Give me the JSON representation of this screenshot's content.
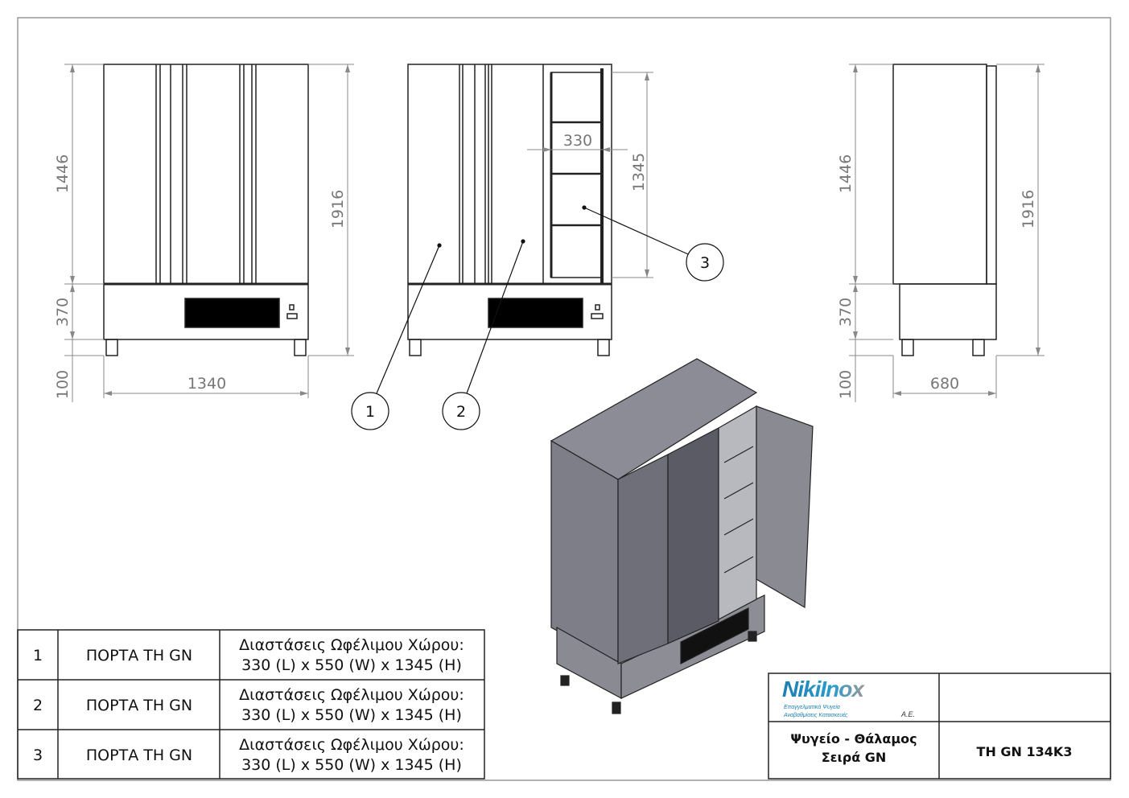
{
  "dimensions": {
    "front_upper": "1446",
    "front_base": "370",
    "front_legs": "100",
    "front_total": "1916",
    "front_width": "1340",
    "inner_width": "330",
    "inner_height": "1345",
    "side_upper": "1446",
    "side_base": "370",
    "side_legs": "100",
    "side_total": "1916",
    "side_depth": "680"
  },
  "balloons": [
    "1",
    "2",
    "3"
  ],
  "parts_table": [
    {
      "no": "1",
      "name": "ΠΟΡΤΑ TH GN",
      "desc1": "Διαστάσεις Ωφέλιμου Χώρου:",
      "desc2": "330 (L) x 550 (W) x 1345 (H)"
    },
    {
      "no": "2",
      "name": "ΠΟΡΤΑ TH GN",
      "desc1": "Διαστάσεις Ωφέλιμου Χώρου:",
      "desc2": "330 (L) x 550 (W) x 1345 (H)"
    },
    {
      "no": "3",
      "name": "ΠΟΡΤΑ TH GN",
      "desc1": "Διαστάσεις Ωφέλιμου Χώρου:",
      "desc2": "330 (L) x 550 (W) x 1345 (H)"
    }
  ],
  "title_block": {
    "logo": "NikiInox",
    "logo_sub1": "Επαγγελματικά Ψυγεία",
    "logo_sub2": "Αναβαθμίσεις Κατασκευές",
    "logo_ae": "A.E.",
    "title1": "Ψυγείο - Θάλαμος",
    "title2": "Σειρά GN",
    "model": "TH GN 134K3"
  },
  "colors": {
    "logo_blue": "#1a7fb0",
    "dim": "#777777"
  }
}
